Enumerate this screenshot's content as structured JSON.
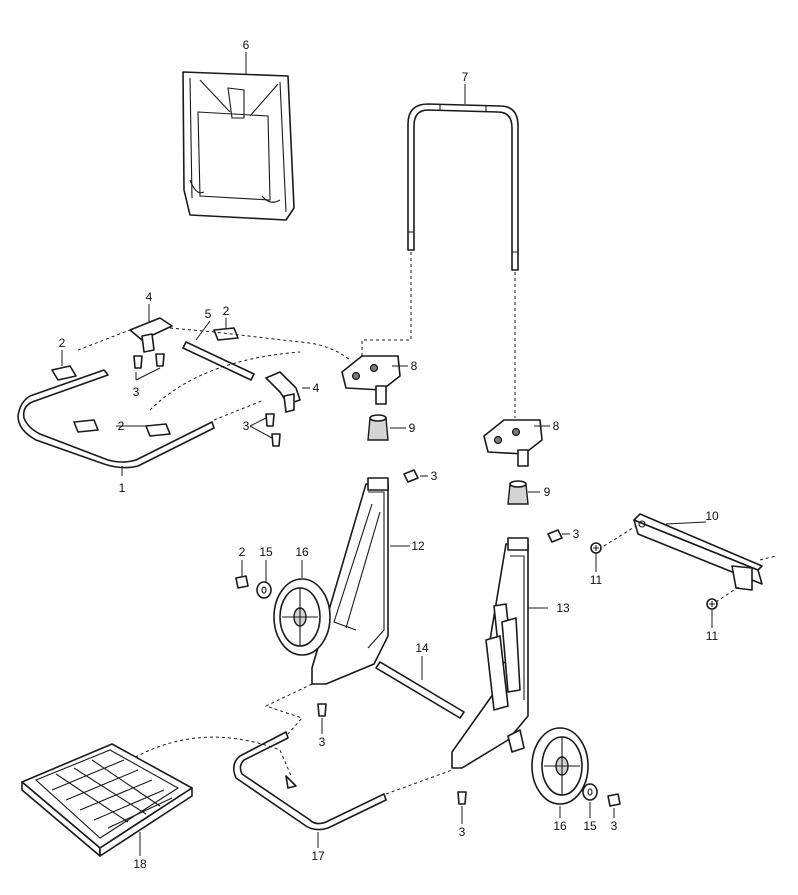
{
  "labels": {
    "l1": "1",
    "l2a": "2",
    "l2b": "2",
    "l2c": "2",
    "l2d": "2",
    "l3a": "3",
    "l3b": "3",
    "l3c": "3",
    "l3d": "3",
    "l3e": "3",
    "l3f": "3",
    "l3g": "3",
    "l4a": "4",
    "l4b": "4",
    "l5": "5",
    "l6": "6",
    "l7": "7",
    "l8a": "8",
    "l8b": "8",
    "l9a": "9",
    "l9b": "9",
    "l10": "10",
    "l11a": "11",
    "l11b": "11",
    "l12": "12",
    "l13": "13",
    "l14": "14",
    "l15a": "15",
    "l15b": "15",
    "l16a": "16",
    "l16b": "16",
    "l17": "17",
    "l18": "18"
  }
}
